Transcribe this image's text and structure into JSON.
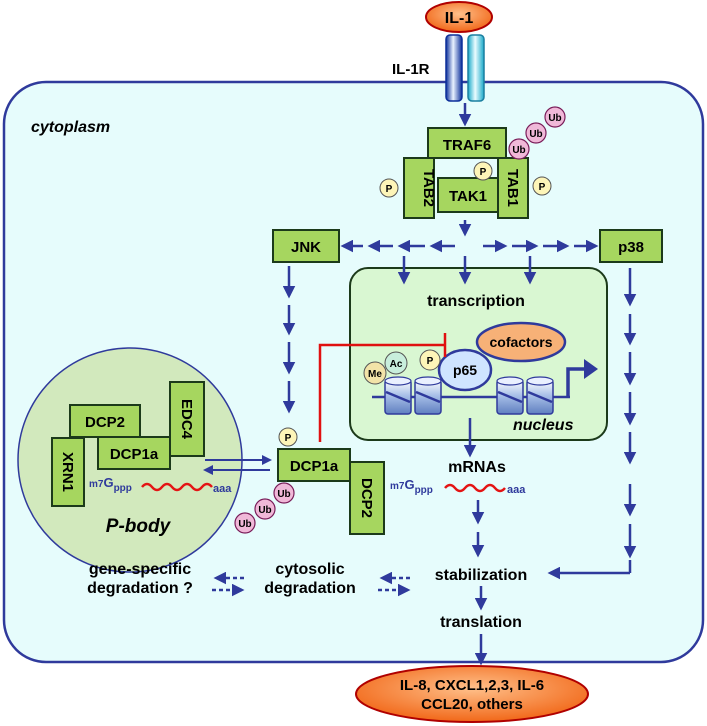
{
  "labels": {
    "il1": "IL-1",
    "il1r": "IL-1R",
    "cytoplasm": "cytoplasm",
    "traf6": "TRAF6",
    "tab2": "TAB2",
    "tak1": "TAK1",
    "tab1": "TAB1",
    "ub": "Ub",
    "p": "P",
    "jnk": "JNK",
    "p38": "p38",
    "transcription": "transcription",
    "cofactors": "cofactors",
    "me": "Me",
    "ac": "Ac",
    "p65": "p65",
    "nucleus": "nucleus",
    "mrnas": "mRNAs",
    "cap_m7": "m7",
    "cap_g": "G",
    "cap_ppp": "ppp",
    "polya": "aaa",
    "dcp2": "DCP2",
    "dcp1a": "DCP1a",
    "edc4": "EDC4",
    "xrn1": "XRN1",
    "pbody": "P-body",
    "gene_specific_1": "gene-specific",
    "gene_specific_2": "degradation ?",
    "cytosolic_1": "cytosolic",
    "cytosolic_2": "degradation",
    "stabilization": "stabilization",
    "translation": "translation",
    "output_1": "IL-8, CXCL1,2,3, IL-6",
    "output_2": "CCL20, others"
  },
  "colors": {
    "cell_fill": "#e6fcfc",
    "nucleus_fill": "#d9f7d2",
    "pbody_fill": "#d2e9bd",
    "box_fill": "#a6d65f",
    "arrow": "#2f3a9c",
    "inhibit": "#e01010",
    "ub_fill": "#f0b8d8",
    "p_fill": "#fdf5b8",
    "p65_fill": "#cfe4ff",
    "cofactors_fill": "#f7b177",
    "orange": "#f46a1e",
    "polya_red": "#e41414"
  }
}
